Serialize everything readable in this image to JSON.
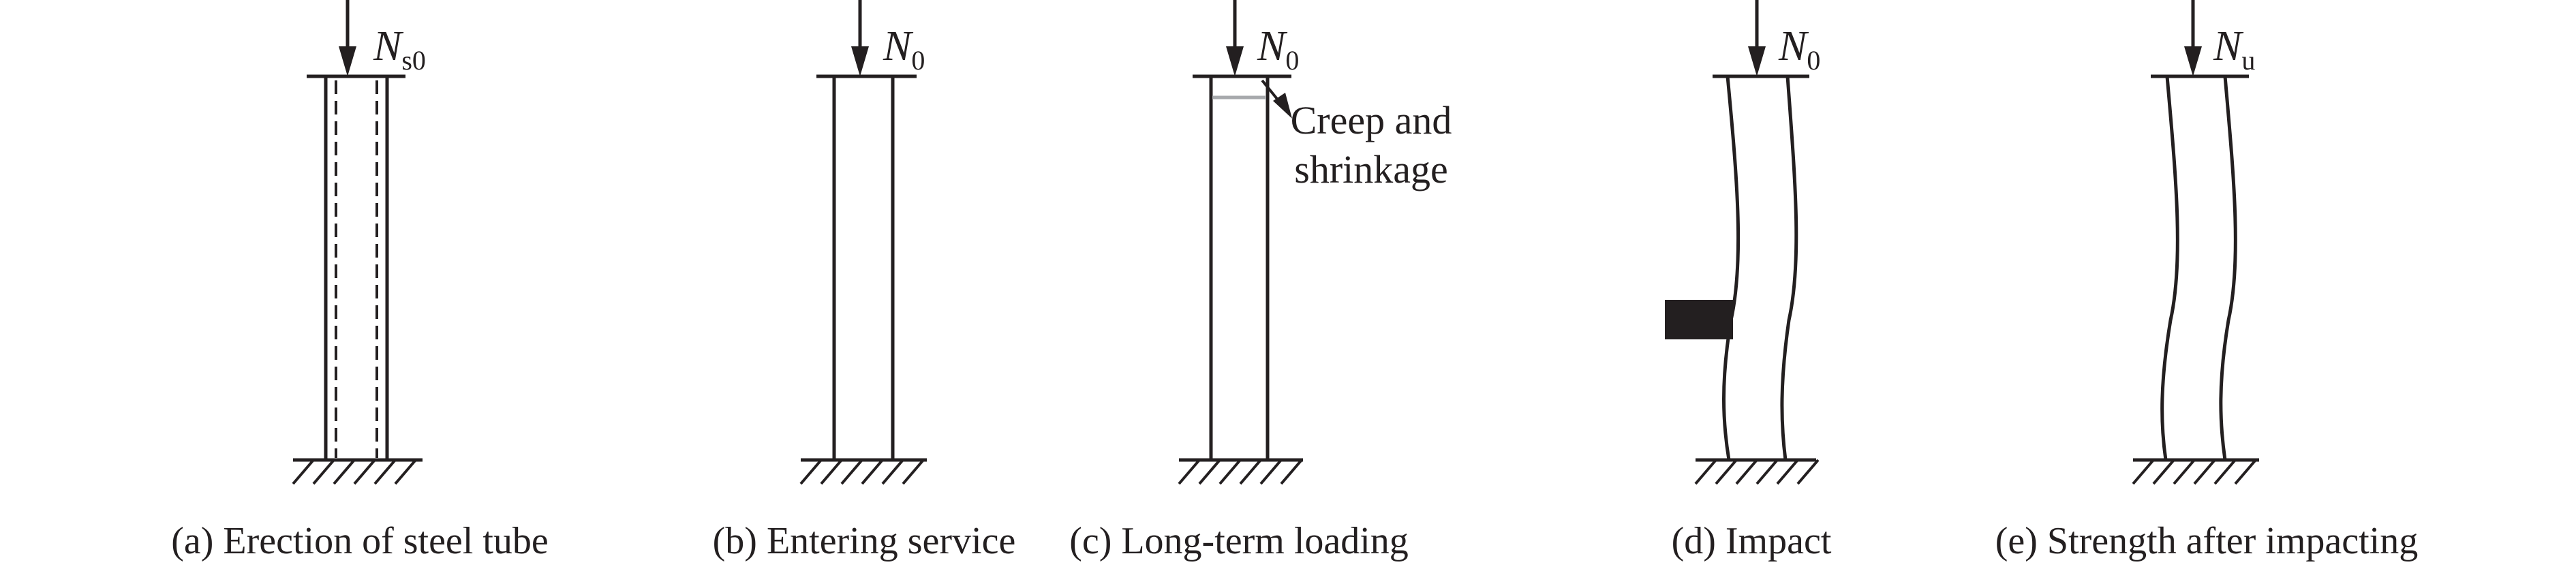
{
  "panels": {
    "a": {
      "caption": "(a) Erection of steel tube",
      "load_symbol": "N",
      "load_subscript": "s0"
    },
    "b": {
      "caption": "(b) Entering service",
      "load_symbol": "N",
      "load_subscript": "0"
    },
    "c": {
      "caption": "(c) Long-term loading",
      "load_symbol": "N",
      "load_subscript": "0",
      "note_line1": "Creep and",
      "note_line2": "shrinkage"
    },
    "d": {
      "caption": "(d) Impact",
      "load_symbol": "N",
      "load_subscript": "0"
    },
    "e": {
      "caption": "(e) Strength after impacting",
      "load_symbol": "N",
      "load_subscript": "u"
    }
  },
  "colors": {
    "ink": "#231f20",
    "shrinkage_gap": "#a7a9ac",
    "impactor": "#231f20"
  }
}
